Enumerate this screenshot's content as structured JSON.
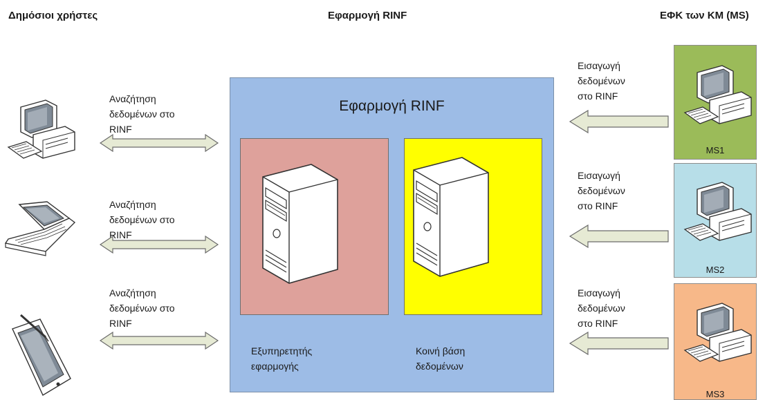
{
  "headers": {
    "public_users": "Δημόσιοι χρήστες",
    "rinf_app": "Εφαρμογή RINF",
    "nsa_ms": "ΕΦΚ των ΚΜ (MS)"
  },
  "app_box": {
    "title": "Εφαρμογή RINF",
    "app_server_label": "Εξυπηρετητής\nεφαρμογής",
    "common_db_label": "Κοινή βάση\nδεδομένων"
  },
  "public_users": [
    {
      "device": "desktop-icon",
      "label": "Αναζήτηση\nδεδομένων στο\nRINF"
    },
    {
      "device": "laptop-icon",
      "label": "Αναζήτηση\nδεδομένων στο\nRINF"
    },
    {
      "device": "tablet-icon",
      "label": "Αναζήτηση\nδεδομένων στο\nRINF"
    }
  ],
  "member_states": [
    {
      "name": "MS1",
      "label": "Εισαγωγή\nδεδομένων\nστο RINF",
      "color": "#9bbb59"
    },
    {
      "name": "MS2",
      "label": "Εισαγωγή\nδεδομένων\nστο RINF",
      "color": "#b7dee8"
    },
    {
      "name": "MS3",
      "label": "Εισαγωγή\nδεδομένων\nστο RINF",
      "color": "#f7b889"
    }
  ],
  "colors": {
    "app_box": "#9dbce6",
    "app_server_box": "#dea19b",
    "db_box": "#ffff00",
    "arrow_fill": "#e6ead4"
  }
}
